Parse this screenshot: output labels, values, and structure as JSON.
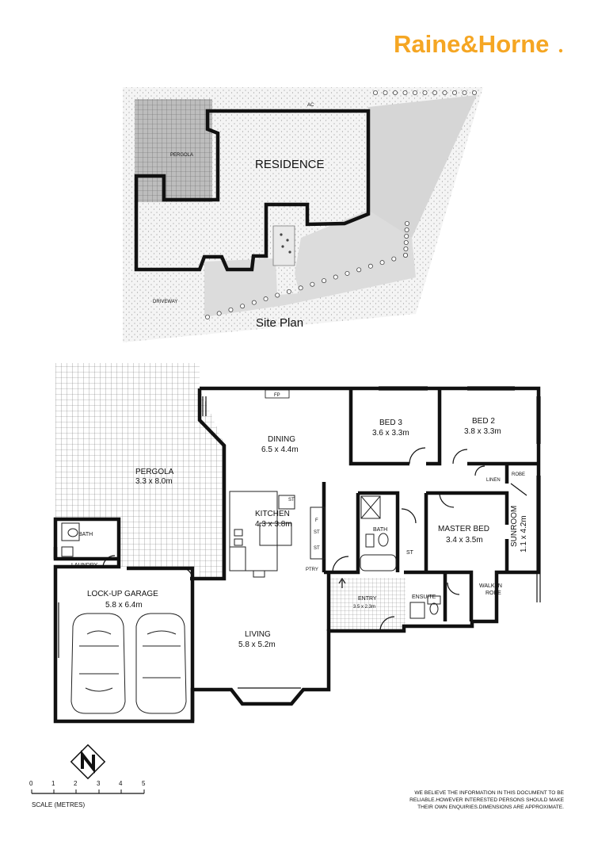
{
  "brand": {
    "name": "Raine&Horne",
    "color": "#f5a623"
  },
  "site_plan": {
    "caption": "Site Plan",
    "labels": {
      "residence": "RESIDENCE",
      "pergola": "PERGOLA",
      "driveway": "DRIVEWAY",
      "ac": "AC"
    }
  },
  "floor_plan": {
    "rooms": {
      "pergola": {
        "name": "PERGOLA",
        "size": "3.3 x 8.0m"
      },
      "dining": {
        "name": "DINING",
        "size": "6.5 x 4.4m"
      },
      "fp": "FP",
      "bed3": {
        "name": "BED 3",
        "size": "3.6 x 3.3m"
      },
      "bed2": {
        "name": "BED 2",
        "size": "3.8 x 3.3m"
      },
      "robe": "ROBE",
      "linen": "LINEN",
      "kitchen": {
        "name": "KITCHEN",
        "size": "4.3 x 3.8m"
      },
      "st1": "ST",
      "f": "F",
      "st2": "ST",
      "st3": "ST",
      "ptry": "PTRY",
      "bath": "BATH",
      "bath2": "BATH",
      "st4": "ST",
      "master": {
        "name": "MASTER BED",
        "size": "3.4 x 3.5m"
      },
      "sunroom": {
        "name": "SUNROOM",
        "size": "1.1 x 4.2m"
      },
      "laundry": "LAUNDRY",
      "garage": {
        "name": "LOCK-UP GARAGE",
        "size": "5.8 x 6.4m"
      },
      "entry": {
        "name": "ENTRY",
        "size": "3.5 x 2.3m"
      },
      "ensuite": "ENSUITE",
      "walkin": {
        "line1": "WALK-IN",
        "line2": "ROBE"
      },
      "living": {
        "name": "LIVING",
        "size": "5.8 x 5.2m"
      }
    },
    "scale": {
      "ticks": [
        "0",
        "1",
        "2",
        "3",
        "4",
        "5"
      ],
      "label": "SCALE (METRES)"
    },
    "disclaimer": [
      "WE BELIEVE THE INFORMATION IN THIS DOCUMENT TO BE",
      "RELIABLE.HOWEVER INTERESTED PERSONS SHOULD MAKE",
      "THEIR OWN ENQUIRIES.DIMENSIONS ARE APPROXIMATE."
    ]
  }
}
